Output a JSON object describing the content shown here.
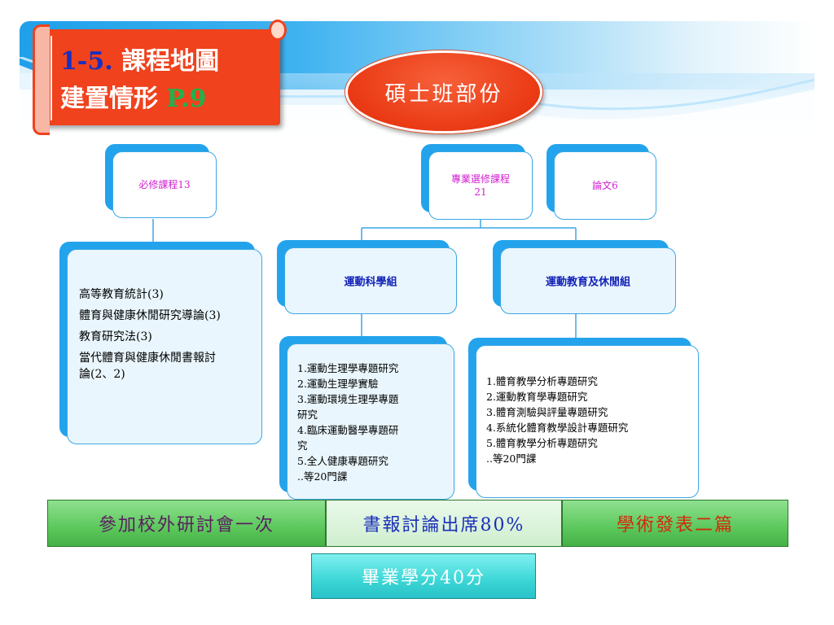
{
  "title": {
    "number": "1-5.",
    "line1_rest": " 課程地圖",
    "line2_text": "建置情形 ",
    "page_ref": "P.9"
  },
  "section_label": "碩士班部份",
  "categories": {
    "required": "必修課程13",
    "elective_line1": "專業選修課程",
    "elective_line2": "21",
    "thesis": "論文6"
  },
  "groups": {
    "sport_science": "運動科學組",
    "sport_education": "運動教育及休閒組"
  },
  "required_courses": [
    "高等教育統計(3)",
    "體育與健康休閒研究導論(3)",
    "教育研究法(3)",
    "當代體育與健康休閒書報討\n論(2、2)"
  ],
  "sport_science_courses": [
    "1.運動生理學專題研究",
    "2.運動生理學實驗",
    "3.運動環境生理學專題\n研究",
    "4.臨床運動醫學專題研\n究",
    "5.全人健康專題研究",
    "..等20門課"
  ],
  "sport_education_courses": [
    "1.體育教學分析專題研究",
    "2.運動教育學專題研究",
    "3.體育測驗與評量專題研究",
    "4.系統化體育教學設計專題研究",
    "5.體育教學分析專題研究",
    "..等20門課"
  ],
  "requirements": [
    {
      "text": "參加校外研討會一次",
      "color": "#5a1f5f"
    },
    {
      "text": "書報討論出席80%",
      "color": "#1a2fb8"
    },
    {
      "text": "學術發表二篇",
      "color": "#d22a0a"
    }
  ],
  "graduation": "畢業學分40分",
  "colors": {
    "accent_blue": "#23a3ec",
    "title_red": "#f0421d",
    "bar_green": "#5cc85c",
    "credit_cyan": "#3cd6d6"
  }
}
